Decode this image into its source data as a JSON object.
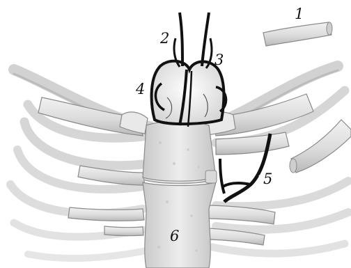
{
  "figure": {
    "labels": [
      {
        "id": "1",
        "text": "1"
      },
      {
        "id": "2",
        "text": "2"
      },
      {
        "id": "3",
        "text": "3"
      },
      {
        "id": "4",
        "text": "4"
      },
      {
        "id": "5",
        "text": "5"
      },
      {
        "id": "6",
        "text": "6"
      }
    ],
    "colors": {
      "bone_fill": "#e4e4e4",
      "bone_shade": "#bdbdbd",
      "bone_outline": "#8a8a8a",
      "vessel": "#111111",
      "background": "#ffffff"
    }
  }
}
